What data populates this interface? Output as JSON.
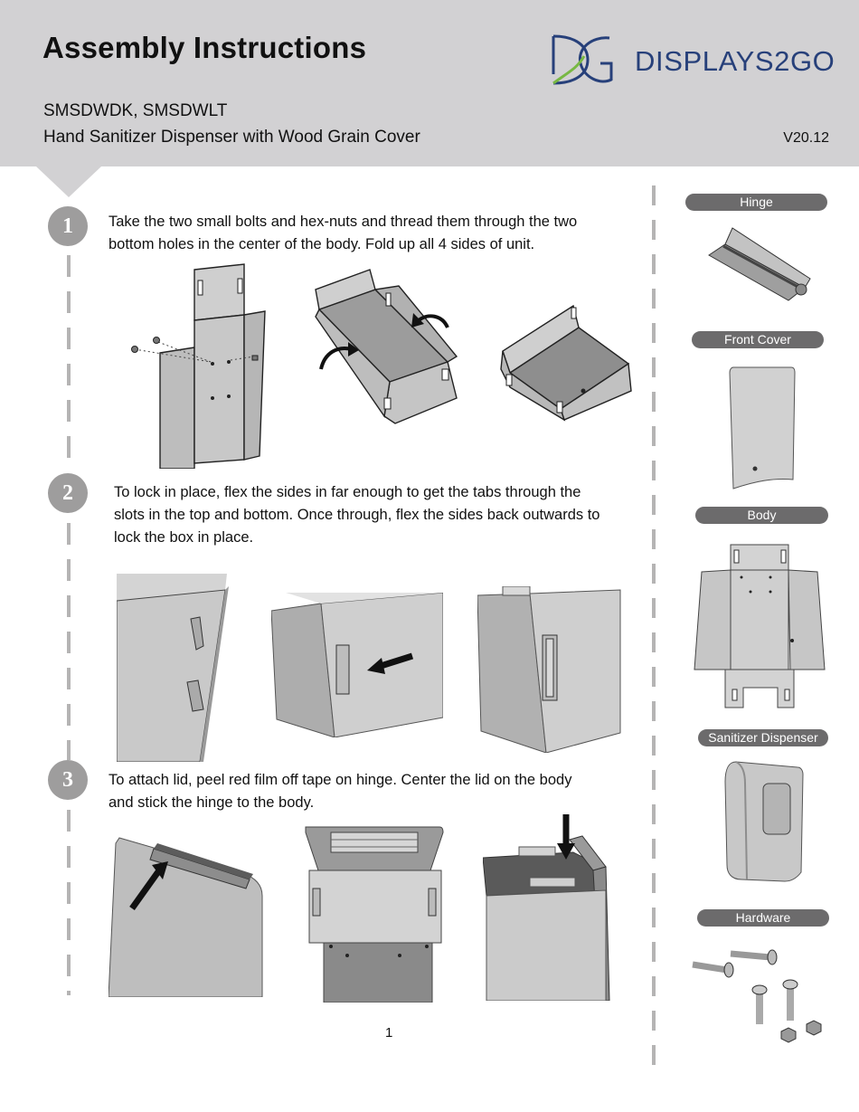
{
  "header": {
    "title": "Assembly Instructions",
    "models": "SMSDWDK, SMSDWLT",
    "subtitle": "Hand Sanitizer Dispenser with Wood Grain Cover",
    "version": "V20.12",
    "brand": "DISPLAYS2GO",
    "colors": {
      "band": "#d2d1d3",
      "brand_blue": "#27407a",
      "brand_green": "#78b843"
    }
  },
  "steps": [
    {
      "number": "1",
      "lines": [
        "Take the two small bolts and hex-nuts and thread them through the two",
        "bottom holes in the center of the body. Fold up all 4 sides of unit."
      ]
    },
    {
      "number": "2",
      "lines": [
        "To lock in place, flex the sides in far enough to get the tabs through the",
        "slots in the top and bottom. Once through, flex the sides back outwards to",
        "lock the box in place."
      ]
    },
    {
      "number": "3",
      "lines": [
        "To attach lid, peel red film off tape on hinge. Center the lid on the body",
        "and stick the hinge to the body."
      ]
    }
  ],
  "parts": [
    {
      "label": "Hinge",
      "icon": "hinge-icon"
    },
    {
      "label": "Front Cover",
      "icon": "front-cover-icon"
    },
    {
      "label": "Body",
      "icon": "body-flat-icon"
    },
    {
      "label": "Sanitizer Dispenser",
      "icon": "dispenser-icon"
    },
    {
      "label": "Hardware",
      "icon": "hardware-icon"
    }
  ],
  "footer": {
    "page_number": "1"
  }
}
